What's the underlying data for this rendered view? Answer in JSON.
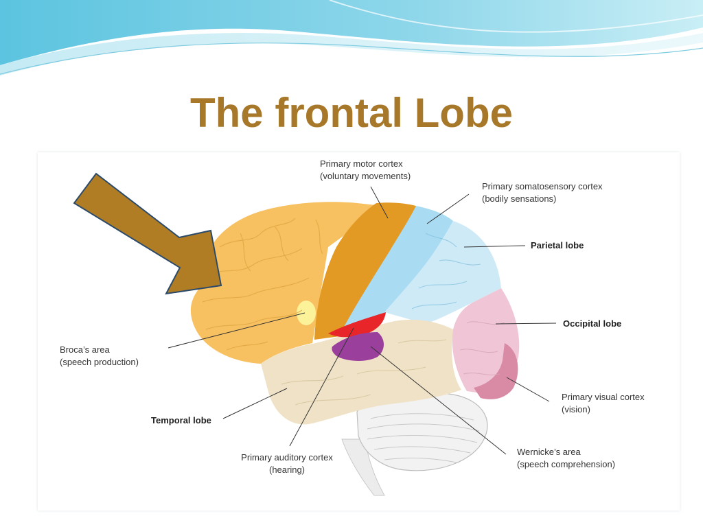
{
  "slide": {
    "title": "The frontal Lobe"
  },
  "diagram": {
    "labels": {
      "primary_motor_cortex": "Primary motor cortex",
      "primary_motor_cortex_sub": "(voluntary movements)",
      "primary_somatosensory_cortex": "Primary somatosensory cortex",
      "primary_somatosensory_cortex_sub": "(bodily sensations)",
      "parietal_lobe": "Parietal lobe",
      "occipital_lobe": "Occipital lobe",
      "primary_visual_cortex": "Primary visual cortex",
      "primary_visual_cortex_sub": "(vision)",
      "wernickes_area": "Wernicke’s area",
      "wernickes_area_sub": "(speech comprehension)",
      "primary_auditory_cortex": "Primary auditory cortex",
      "primary_auditory_cortex_sub": "(hearing)",
      "temporal_lobe": "Temporal lobe",
      "brocas_area": "Broca’s area",
      "brocas_area_sub": "(speech production)"
    },
    "colors": {
      "frontal_lobe": "#f7c060",
      "motor_cortex": "#e39a24",
      "somatosensory_cortex": "#a9dcf2",
      "parietal_lobe": "#cfeaf7",
      "occipital_lobe": "#f0c6d6",
      "visual_cortex": "#d98aa5",
      "temporal_lobe": "#efe2c6",
      "auditory_cortex": "#e8262a",
      "wernickes_area": "#9b3f9c",
      "brocas_area": "#fbf29a",
      "cerebellum": "#f2f2f2",
      "arrow": "#b07d25",
      "title": "#a8782a"
    }
  }
}
